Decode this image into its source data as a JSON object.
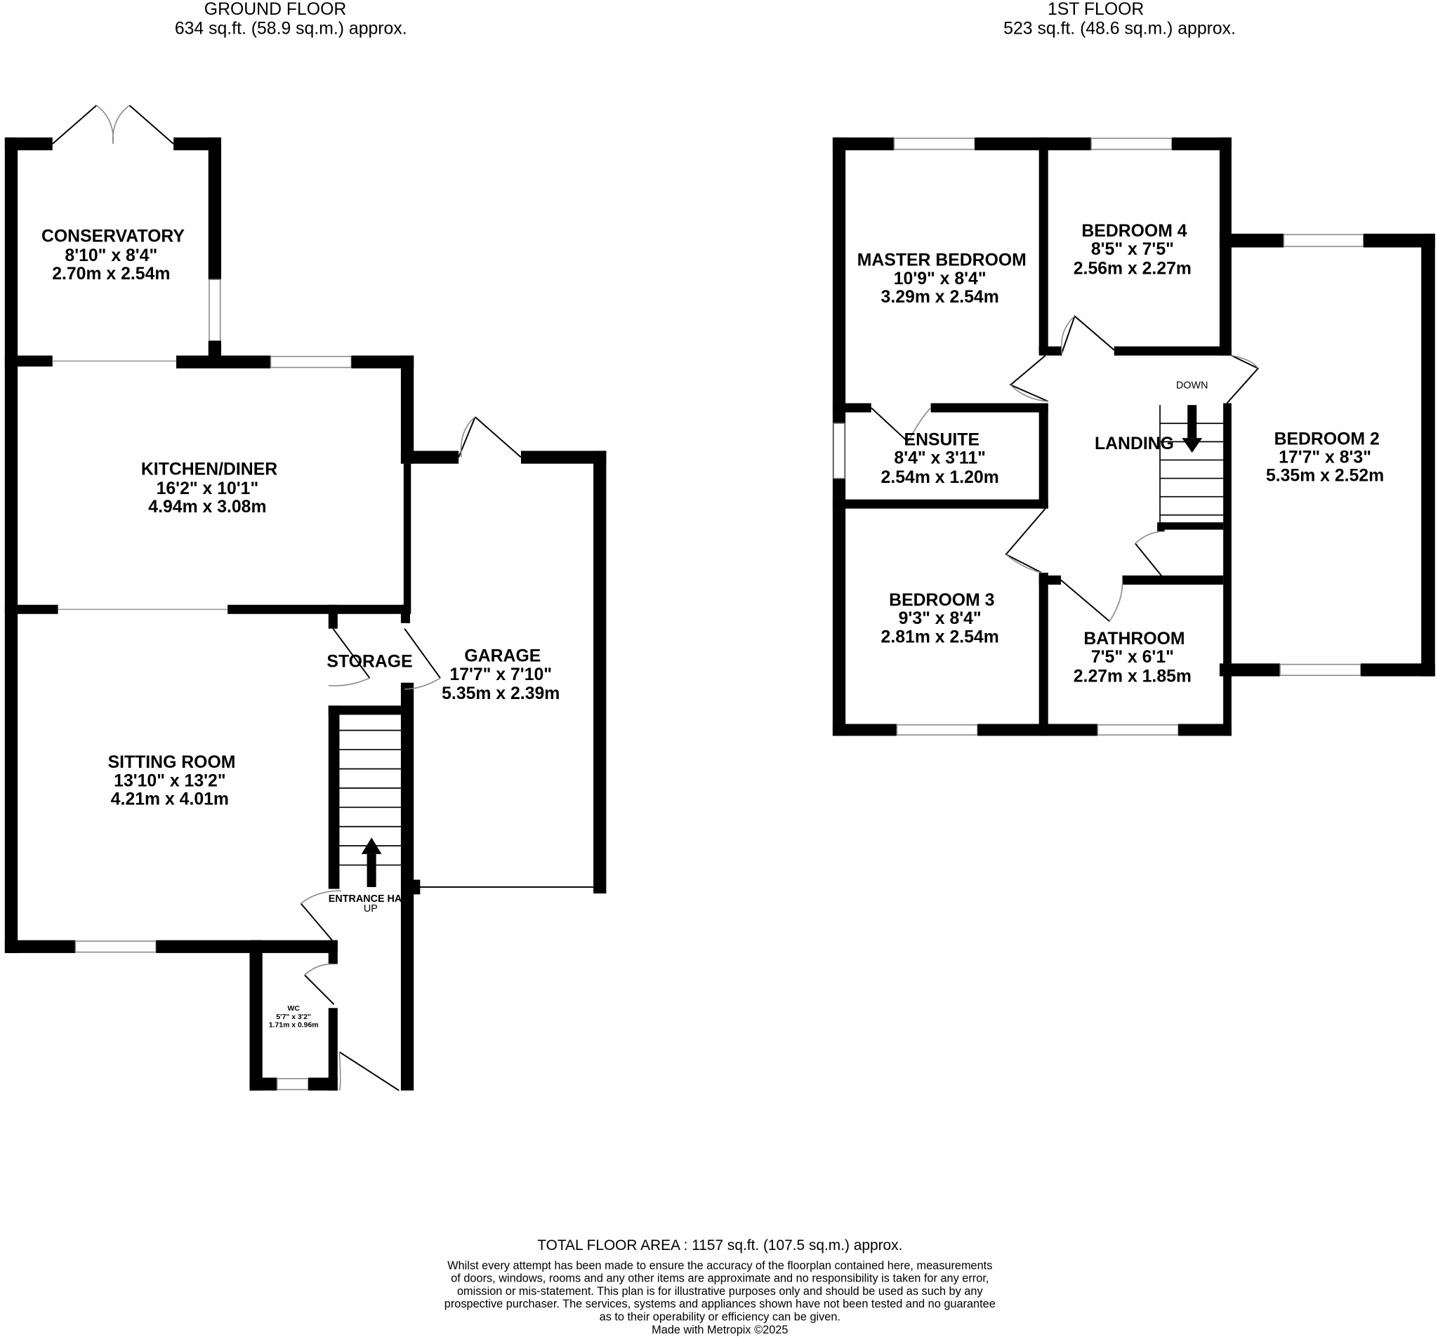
{
  "ground_floor": {
    "title": "GROUND FLOOR",
    "area": "634 sq.ft. (58.9 sq.m.) approx.",
    "rooms": [
      {
        "name": "CONSERVATORY",
        "imperial": "8'10\"  x 8'4\"",
        "metric": "2.70m  x 2.54m"
      },
      {
        "name": "KITCHEN/DINER",
        "imperial": "16'2\"  x 10'1\"",
        "metric": "4.94m  x 3.08m"
      },
      {
        "name": "GARAGE",
        "imperial": "17'7\"  x 7'10\"",
        "metric": "5.35m  x 2.39m"
      },
      {
        "name": "STORAGE"
      },
      {
        "name": "SITTING ROOM",
        "imperial": "13'10\"  x 13'2\"",
        "metric": "4.21m  x 4.01m"
      },
      {
        "name": "ENTRANCE HA",
        "note": "UP"
      },
      {
        "name": "WC",
        "imperial": "5'7\"  x 3'2\"",
        "metric": "1.71m  x 0.96m"
      }
    ]
  },
  "first_floor": {
    "title": "1ST FLOOR",
    "area": "523 sq.ft. (48.6 sq.m.) approx.",
    "rooms": [
      {
        "name": "MASTER BEDROOM",
        "imperial": "10'9\"  x 8'4\"",
        "metric": "3.29m  x 2.54m"
      },
      {
        "name": "BEDROOM 4",
        "imperial": "8'5\"  x 7'5\"",
        "metric": "2.56m  x 2.27m"
      },
      {
        "name": "ENSUITE",
        "imperial": "8'4\"  x 3'11\"",
        "metric": "2.54m  x 1.20m"
      },
      {
        "name": "LANDING",
        "note": "DOWN"
      },
      {
        "name": "BEDROOM 2",
        "imperial": "17'7\"  x 8'3\"",
        "metric": "5.35m  x 2.52m"
      },
      {
        "name": "BEDROOM 3",
        "imperial": "9'3\"  x 8'4\"",
        "metric": "2.81m  x 2.54m"
      },
      {
        "name": "BATHROOM",
        "imperial": "7'5\"  x 6'1\"",
        "metric": "2.27m  x 1.85m"
      }
    ]
  },
  "footer": {
    "total": "TOTAL FLOOR AREA : 1157 sq.ft. (107.5 sq.m.) approx.",
    "disclaimer": [
      "Whilst every attempt has been made to ensure the accuracy of the floorplan contained here, measurements",
      "of doors, windows, rooms and any other items are approximate and no responsibility is taken for any error,",
      "omission or mis-statement. This plan is for illustrative purposes only and should be used as such by any",
      "prospective purchaser. The services, systems and appliances shown have not been tested and no guarantee",
      "as to their operability or efficiency can be given."
    ],
    "credit": "Made with Metropix ©2025"
  }
}
